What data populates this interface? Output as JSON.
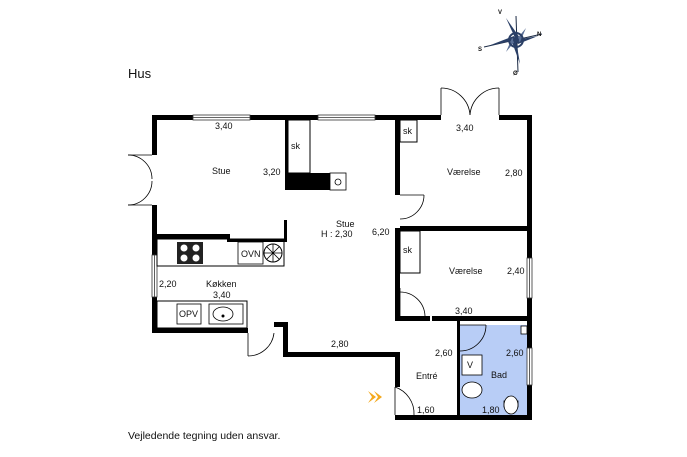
{
  "header": {
    "title": "Hus"
  },
  "footer": {
    "disclaimer": "Vejledende tegning uden ansvar."
  },
  "compass": {
    "n": "N",
    "s": "S",
    "v": "V",
    "o": "Ø"
  },
  "rooms": {
    "stue_left": "Stue",
    "stue_center": "Stue",
    "stue_height": "H : 2,30",
    "vaerelse_1": "Værelse",
    "vaerelse_2": "Værelse",
    "kokken": "Køkken",
    "entre": "Entré",
    "bad": "Bad"
  },
  "fixtures": {
    "sk_1": "sk",
    "sk_2": "sk",
    "sk_3": "sk",
    "ovn": "OVN",
    "opv": "OPV",
    "v": "V"
  },
  "dimensions": {
    "stue_width": "3,40",
    "stue_depth": "3,20",
    "stue_center_depth": "6,20",
    "stue_bottom": "2,80",
    "vaerelse1_width": "3,40",
    "vaerelse1_depth": "2,80",
    "vaerelse2_width": "3,40",
    "vaerelse2_depth": "2,40",
    "kokken_width": "3,40",
    "kokken_depth": "2,20",
    "entre_depth": "2,60",
    "entre_width": "1,60",
    "bad_depth": "2,60",
    "bad_width": "1,80"
  },
  "colors": {
    "wall": "#000000",
    "bath_fill": "#b8cdf6",
    "entry_arrow": "#f4a81c"
  }
}
